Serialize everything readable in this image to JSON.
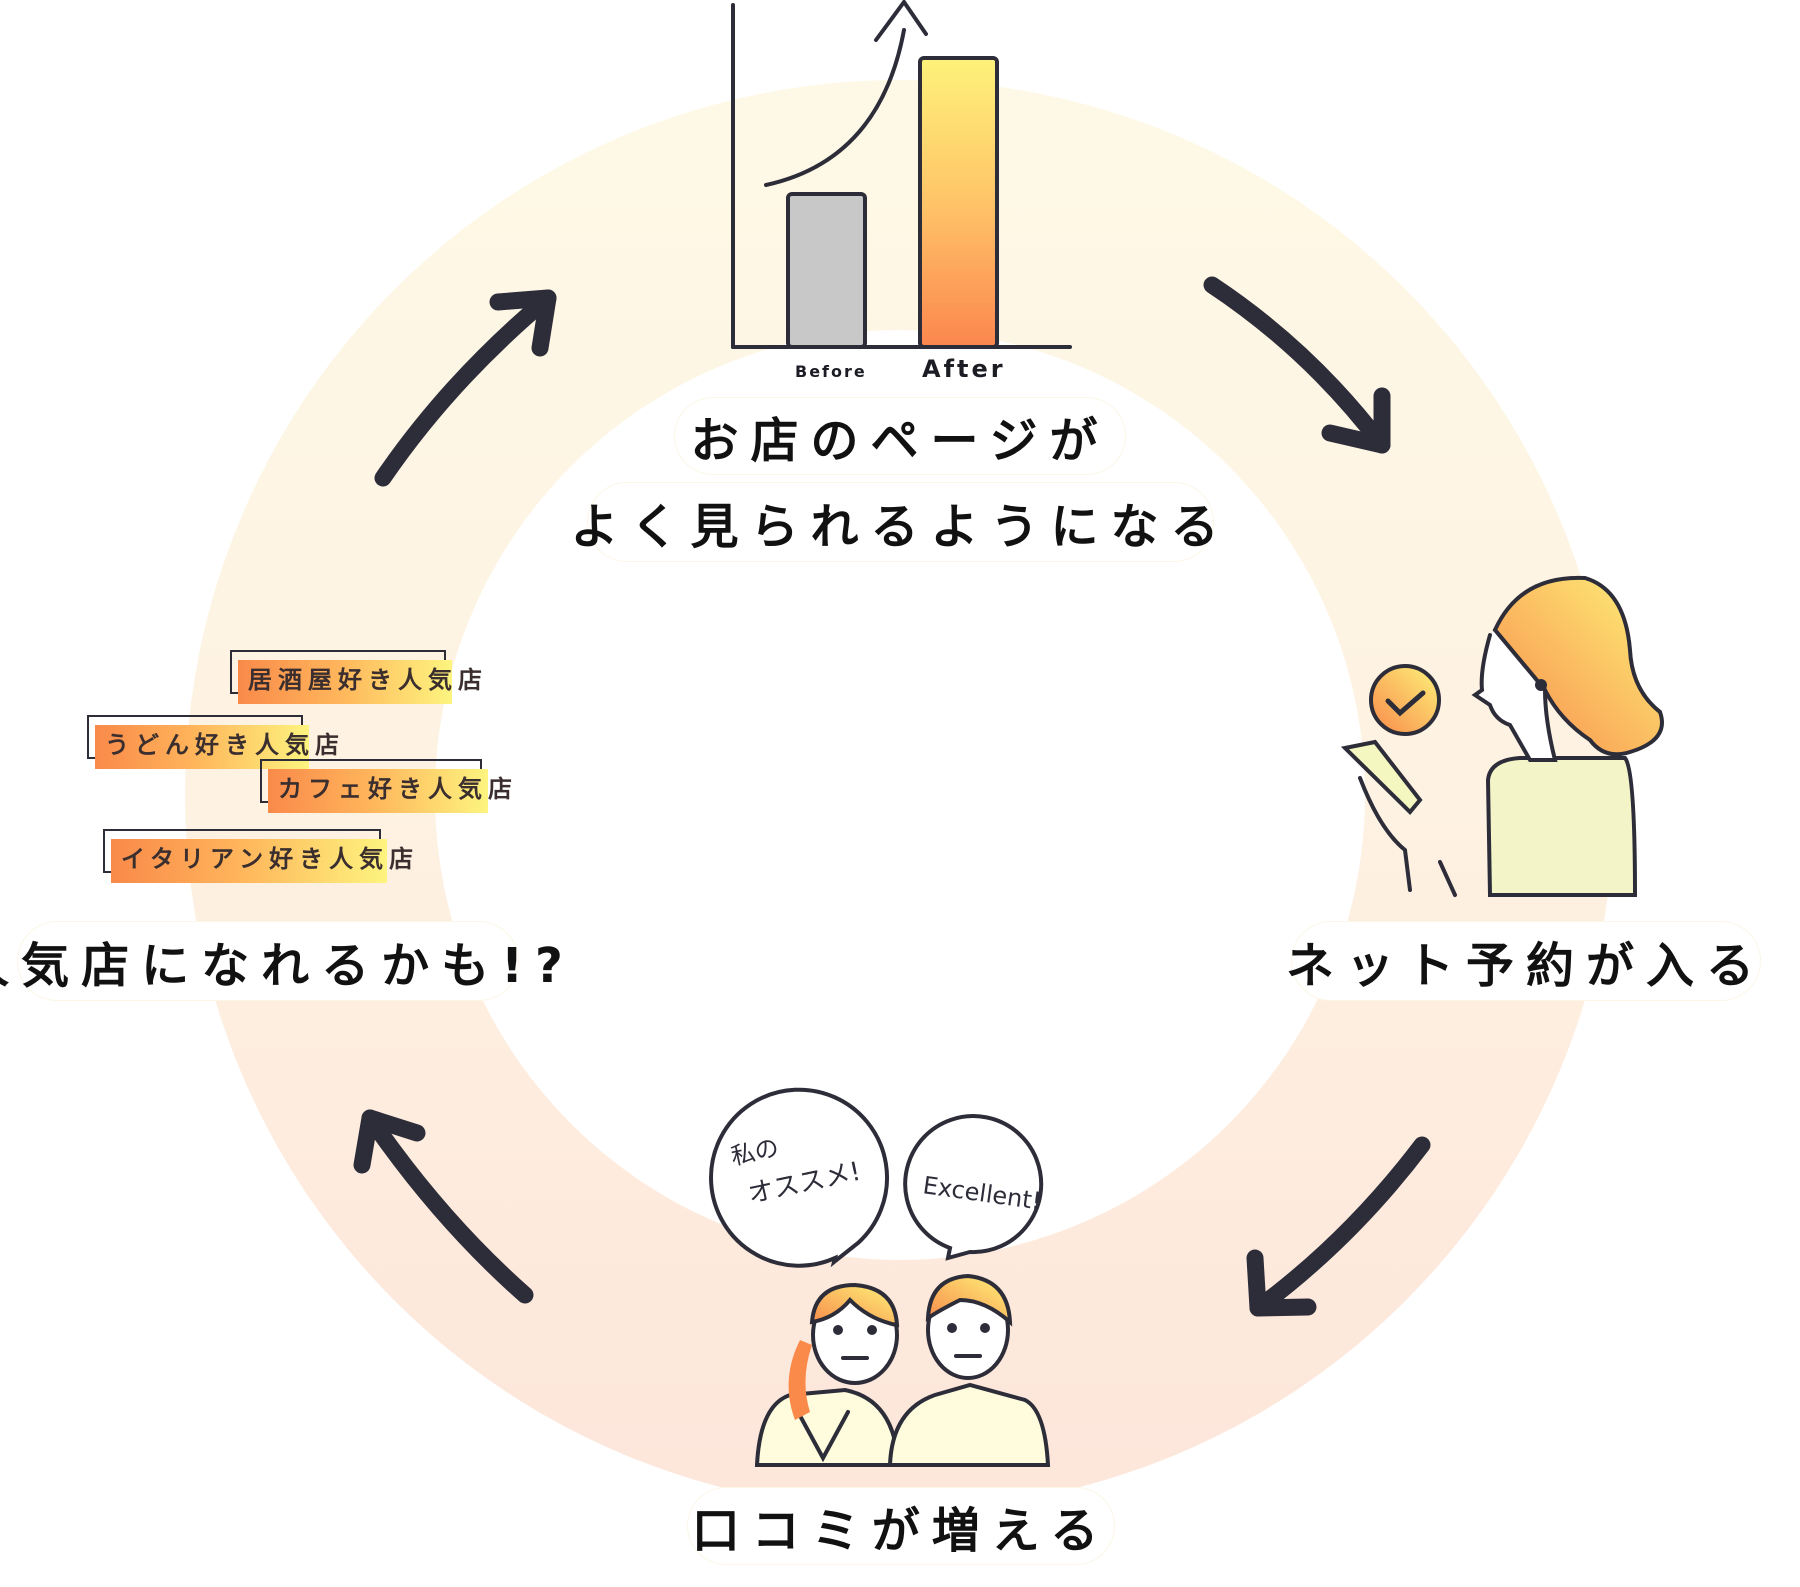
{
  "diagram": {
    "type": "cycle",
    "steps": [
      {
        "label_lines": [
          "お店のページが",
          "よく見られるようになる"
        ],
        "illustration": "bar-chart-growth"
      },
      {
        "label": "ネット予約が入る",
        "illustration": "woman-with-phone-check"
      },
      {
        "label": "口コミが増える",
        "illustration": "two-people-speech-bubbles"
      },
      {
        "label": "人気店になれるかも!?",
        "illustration": "popular-shop-tags"
      }
    ],
    "arrows": [
      "top-right",
      "bottom-right",
      "bottom-left",
      "top-left"
    ],
    "colors": {
      "ring_top": "#fef8e2",
      "ring_bottom": "#fde6db",
      "arrow": "#2d2d3a",
      "text": "#111111",
      "accent_orange": "#f98a4a",
      "accent_yellow": "#fdf47f",
      "bar_before": "#c8c8c8"
    }
  },
  "chart": {
    "categories": [
      "Before",
      "After"
    ],
    "values": [
      0.45,
      0.85
    ],
    "trend": "rising"
  },
  "tags": [
    "居酒屋好き人気店",
    "うどん好き人気店",
    "カフェ好き人気店",
    "イタリアン好き人気店"
  ],
  "bubbles": {
    "left": [
      "私の",
      "オススメ!"
    ],
    "right": "Excellent!"
  }
}
